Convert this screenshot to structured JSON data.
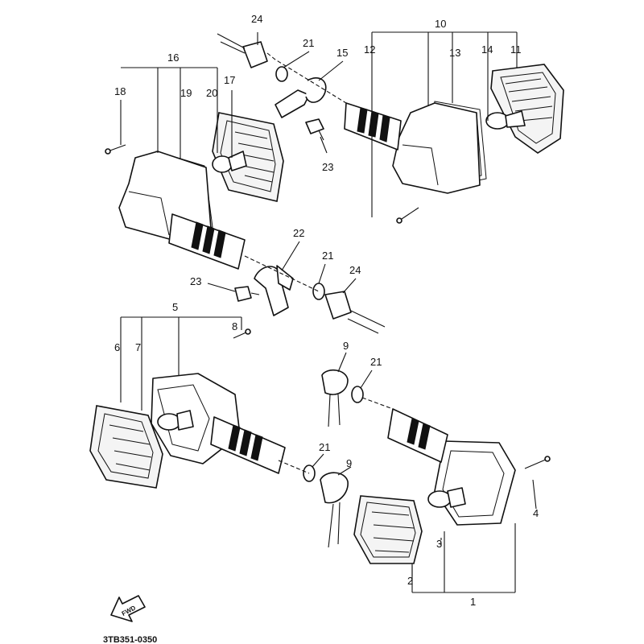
{
  "diagram": {
    "drawing_code": "3TB351-0350",
    "forward_label": "FWD",
    "callouts": {
      "c1": "1",
      "c2": "2",
      "c3": "3",
      "c4": "4",
      "c5": "5",
      "c6": "6",
      "c7": "7",
      "c8": "8",
      "c9a": "9",
      "c9b": "9",
      "c10": "10",
      "c11": "11",
      "c12": "12",
      "c13": "13",
      "c14": "14",
      "c15": "15",
      "c16": "16",
      "c17": "17",
      "c18": "18",
      "c19": "19",
      "c20": "20",
      "c21a": "21",
      "c21b": "21",
      "c21c": "21",
      "c21d": "21",
      "c22": "22",
      "c23a": "23",
      "c23b": "23",
      "c24a": "24",
      "c24b": "24"
    }
  }
}
